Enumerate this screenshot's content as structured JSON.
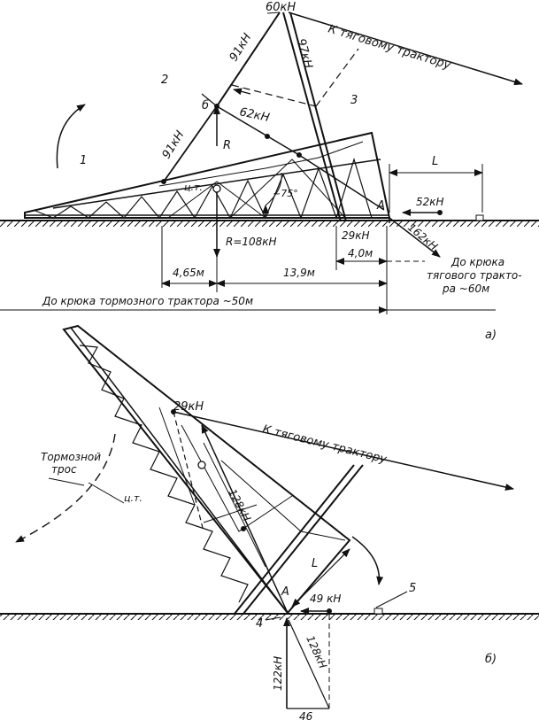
{
  "colors": {
    "ink": "#111111",
    "paper": "#ffffff"
  },
  "panel_a": {
    "panel_label": "а)",
    "force_top": "60кН",
    "to_traction_tractor": "К тяговому трактору",
    "force_91_upper": "91кН",
    "force_97": "97кН",
    "mark_2": "2",
    "mark_b": "б",
    "mark_3": "3",
    "force_62": "62кН",
    "force_91_lower": "91кН",
    "label_R": "R",
    "mark_1": "1",
    "label_cg": "ц.т.",
    "angle_75": "~75°",
    "label_L": "L",
    "label_A": "A",
    "force_52": "52кН",
    "force_29": "29кН",
    "force_162": "162кН",
    "reaction_R": "R=108кН",
    "dim_4_65": "4,65м",
    "dim_13_9": "13,9м",
    "dim_4_0": "4,0м",
    "hook_traction_1": "До крюка",
    "hook_traction_2": "тягового тракто-",
    "hook_traction_3": "ра ~60м",
    "to_brake_tractor": "До крюка тормозного трактора ~50м"
  },
  "panel_b": {
    "panel_label": "б)",
    "force_29": "29кН",
    "to_traction_tractor": "К тяговому трактору",
    "brake_rope_1": "Тормозной",
    "brake_rope_2": "трос",
    "label_cg": "ц.т.",
    "force_128_upper": "128кН",
    "label_L": "L",
    "label_A": "A",
    "force_49": "49 кН",
    "mark_5": "5",
    "mark_4": "4",
    "force_122": "122кН",
    "force_128_lower": "128кН",
    "force_46": "46"
  }
}
